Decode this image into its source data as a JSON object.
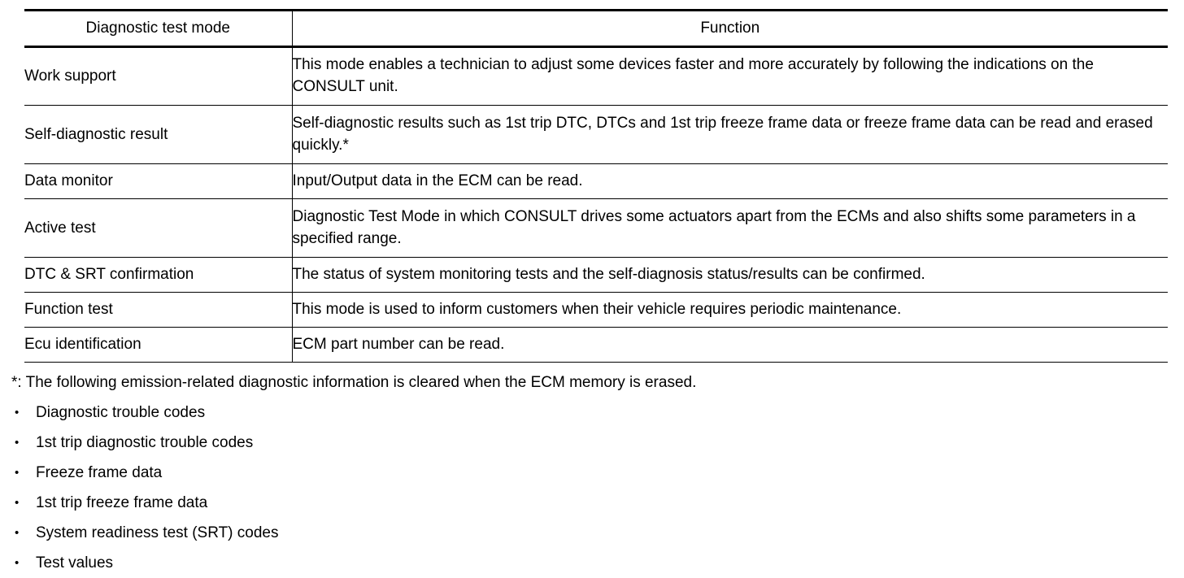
{
  "table": {
    "headers": {
      "mode": "Diagnostic test mode",
      "function": "Function"
    },
    "rows": [
      {
        "mode": "Work support",
        "function": "This mode enables a technician to adjust some devices faster and more accurately by following the indications on the CONSULT unit."
      },
      {
        "mode": "Self-diagnostic result",
        "function": "Self-diagnostic results such as 1st trip DTC, DTCs and 1st trip freeze frame data or freeze frame data can be read and erased quickly.*"
      },
      {
        "mode": "Data monitor",
        "function": "Input/Output data in the ECM can be read."
      },
      {
        "mode": "Active test",
        "function": "Diagnostic Test Mode in which CONSULT drives some actuators apart from the ECMs and also shifts some parameters in a specified range."
      },
      {
        "mode": "DTC & SRT confirmation",
        "function": "The status of system monitoring tests and the self-diagnosis status/results can be confirmed."
      },
      {
        "mode": "Function test",
        "function": "This mode is used to inform customers when their vehicle requires periodic maintenance."
      },
      {
        "mode": "Ecu identification",
        "function": "ECM part number can be read."
      }
    ]
  },
  "footnotes": {
    "note": "*: The following emission-related diagnostic information is cleared when the ECM memory is erased.",
    "bullet_glyph": "•",
    "bullets": [
      "Diagnostic trouble codes",
      "1st trip diagnostic trouble codes",
      "Freeze frame data",
      "1st trip freeze frame data",
      "System readiness test (SRT) codes",
      "Test values"
    ]
  },
  "colors": {
    "text": "#000000",
    "background": "#ffffff",
    "rule": "#000000"
  }
}
